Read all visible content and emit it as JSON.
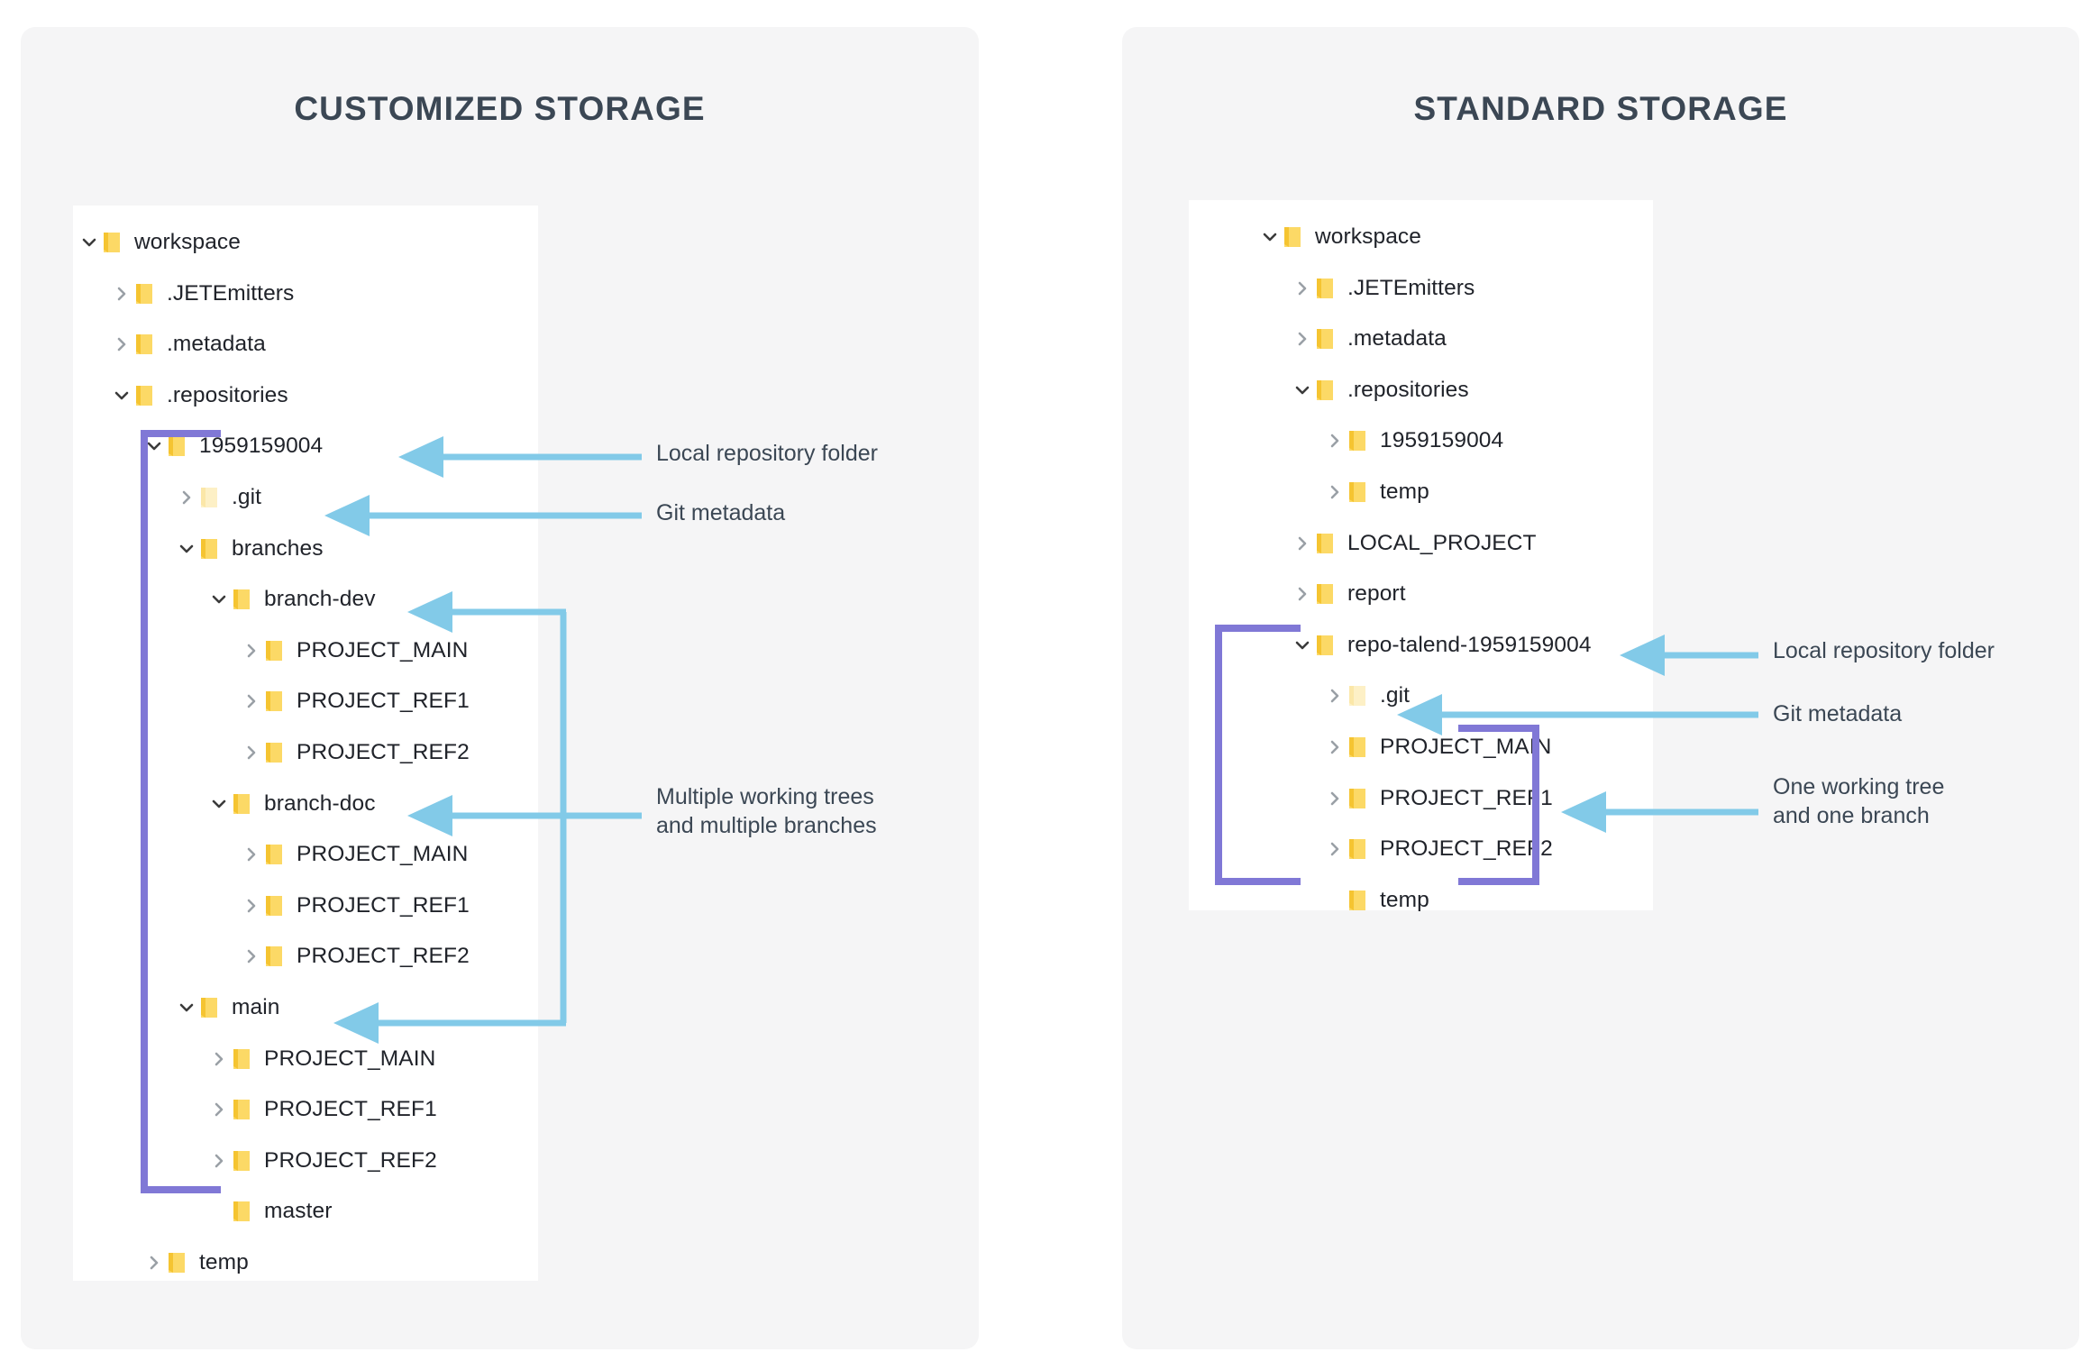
{
  "panels": [
    {
      "id": "customized",
      "title": "CUSTOMIZED STORAGE",
      "tree": [
        {
          "label": "workspace",
          "depth": 0,
          "state": "expanded",
          "icon": "folder-icon"
        },
        {
          "label": ".JETEmitters",
          "depth": 1,
          "state": "collapsed",
          "icon": "folder-icon"
        },
        {
          "label": ".metadata",
          "depth": 1,
          "state": "collapsed",
          "icon": "folder-icon"
        },
        {
          "label": ".repositories",
          "depth": 1,
          "state": "expanded",
          "icon": "folder-icon"
        },
        {
          "label": "1959159004",
          "depth": 2,
          "state": "expanded",
          "icon": "folder-icon"
        },
        {
          "label": ".git",
          "depth": 3,
          "state": "collapsed",
          "icon": "folder-pale-icon"
        },
        {
          "label": "branches",
          "depth": 3,
          "state": "expanded",
          "icon": "folder-icon"
        },
        {
          "label": "branch-dev",
          "depth": 4,
          "state": "expanded",
          "icon": "folder-icon"
        },
        {
          "label": "PROJECT_MAIN",
          "depth": 5,
          "state": "collapsed",
          "icon": "folder-icon"
        },
        {
          "label": "PROJECT_REF1",
          "depth": 5,
          "state": "collapsed",
          "icon": "folder-icon"
        },
        {
          "label": "PROJECT_REF2",
          "depth": 5,
          "state": "collapsed",
          "icon": "folder-icon"
        },
        {
          "label": "branch-doc",
          "depth": 4,
          "state": "expanded",
          "icon": "folder-icon"
        },
        {
          "label": "PROJECT_MAIN",
          "depth": 5,
          "state": "collapsed",
          "icon": "folder-icon"
        },
        {
          "label": "PROJECT_REF1",
          "depth": 5,
          "state": "collapsed",
          "icon": "folder-icon"
        },
        {
          "label": "PROJECT_REF2",
          "depth": 5,
          "state": "collapsed",
          "icon": "folder-icon"
        },
        {
          "label": "main",
          "depth": 3,
          "state": "expanded",
          "icon": "folder-icon"
        },
        {
          "label": "PROJECT_MAIN",
          "depth": 4,
          "state": "collapsed",
          "icon": "folder-icon"
        },
        {
          "label": "PROJECT_REF1",
          "depth": 4,
          "state": "collapsed",
          "icon": "folder-icon"
        },
        {
          "label": "PROJECT_REF2",
          "depth": 4,
          "state": "collapsed",
          "icon": "folder-icon"
        },
        {
          "label": "master",
          "depth": 4,
          "state": "leaf",
          "icon": "folder-icon"
        },
        {
          "label": "temp",
          "depth": 2,
          "state": "collapsed",
          "icon": "folder-icon"
        }
      ],
      "annotations": [
        {
          "text": "Local repository folder"
        },
        {
          "text": "Git metadata"
        },
        {
          "text": "Multiple working trees\nand multiple branches"
        }
      ]
    },
    {
      "id": "standard",
      "title": "STANDARD STORAGE",
      "tree": [
        {
          "label": "workspace",
          "depth": 0,
          "state": "expanded",
          "icon": "folder-icon"
        },
        {
          "label": ".JETEmitters",
          "depth": 1,
          "state": "collapsed",
          "icon": "folder-icon"
        },
        {
          "label": ".metadata",
          "depth": 1,
          "state": "collapsed",
          "icon": "folder-icon"
        },
        {
          "label": ".repositories",
          "depth": 1,
          "state": "expanded",
          "icon": "folder-icon"
        },
        {
          "label": "1959159004",
          "depth": 2,
          "state": "collapsed",
          "icon": "folder-icon"
        },
        {
          "label": "temp",
          "depth": 2,
          "state": "collapsed",
          "icon": "folder-icon"
        },
        {
          "label": "LOCAL_PROJECT",
          "depth": 1,
          "state": "collapsed",
          "icon": "folder-icon"
        },
        {
          "label": "report",
          "depth": 1,
          "state": "collapsed",
          "icon": "folder-icon"
        },
        {
          "label": "repo-talend-1959159004",
          "depth": 1,
          "state": "expanded",
          "icon": "folder-icon"
        },
        {
          "label": ".git",
          "depth": 2,
          "state": "collapsed",
          "icon": "folder-pale-icon"
        },
        {
          "label": "PROJECT_MAIN",
          "depth": 2,
          "state": "collapsed",
          "icon": "folder-icon"
        },
        {
          "label": "PROJECT_REF1",
          "depth": 2,
          "state": "collapsed",
          "icon": "folder-icon"
        },
        {
          "label": "PROJECT_REF2",
          "depth": 2,
          "state": "collapsed",
          "icon": "folder-icon"
        },
        {
          "label": "temp",
          "depth": 2,
          "state": "leaf",
          "icon": "folder-icon"
        }
      ],
      "annotations": [
        {
          "text": "Local repository folder"
        },
        {
          "text": "Git metadata"
        },
        {
          "text": "One working tree\nand one branch"
        }
      ]
    }
  ],
  "colors": {
    "card_bg": "#f5f5f6",
    "panel_bg": "#ffffff",
    "title_text": "#3b4754",
    "node_text": "#20232a",
    "folder_fill": "#fcd966",
    "folder_pale_fill": "#fdf0c6",
    "chevron": "#8c9096",
    "chevron_dark": "#3b3b3b",
    "arrow_blue": "#82cae8",
    "bracket_purple": "#8078d6"
  }
}
